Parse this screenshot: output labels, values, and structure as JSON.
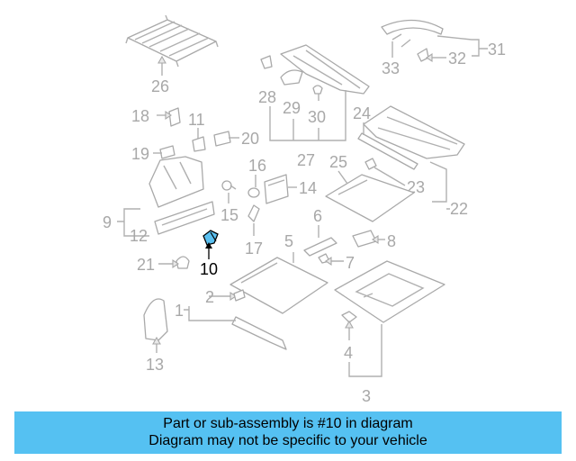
{
  "diagram": {
    "highlight_color": "#5bc0f0",
    "label_color": "#a8a8a8",
    "callouts": {
      "c1": "1",
      "c2": "2",
      "c3": "3",
      "c4": "4",
      "c5": "5",
      "c6": "6",
      "c7": "7",
      "c8": "8",
      "c9": "9",
      "c10": "10",
      "c11": "11",
      "c12": "12",
      "c13": "13",
      "c14": "14",
      "c15": "15",
      "c16": "16",
      "c17": "17",
      "c18": "18",
      "c19": "19",
      "c20": "20",
      "c21": "21",
      "c22": "22",
      "c23": "23",
      "c24": "24",
      "c25": "25",
      "c26": "26",
      "c27": "27",
      "c28": "28",
      "c29": "29",
      "c30": "30",
      "c31": "31",
      "c32": "32",
      "c33": "33"
    }
  },
  "banner": {
    "color": "#55c1f2",
    "line1": "Part or sub-assembly is #10 in diagram",
    "line2": "Diagram may not be specific to your vehicle"
  }
}
